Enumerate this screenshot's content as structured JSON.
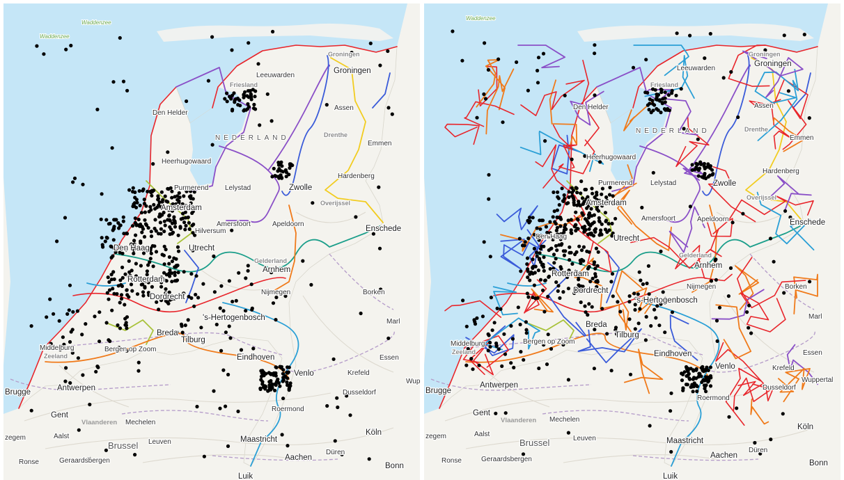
{
  "maps": [
    {
      "name": "left",
      "route_style": "sparse"
    },
    {
      "name": "right",
      "route_style": "dense"
    }
  ],
  "colors": {
    "sea": "#c5e6f7",
    "land": "#f4f3ee",
    "border": "#b49bc9",
    "route_red": "#e8252b",
    "route_purple": "#8a4fc7",
    "route_blue": "#3a5bd9",
    "route_yellow": "#f2cc1f",
    "route_green": "#a8c23a",
    "route_teal": "#1a9e8a",
    "route_orange": "#f07a1a",
    "route_lightblue": "#2a9fd6",
    "point": "#000000"
  },
  "labels": {
    "waddenzee": "Waddenzee",
    "waddenzee_2": "Waddenzee",
    "groningen_region": "Groningen",
    "friesland": "Friesland",
    "nederland": "NEDERLAND",
    "drenthe": "Drenthe",
    "overijssel": "Overijssel",
    "gelderland": "Gelderland",
    "zeeland": "Zeeland",
    "vlaanderen": "Vlaanderen",
    "leeuwarden": "Leeuwarden",
    "groningen": "Groningen",
    "den_helder": "Den Helder",
    "assen": "Assen",
    "emmen": "Emmen",
    "heerhugowaard": "Heerhugowaard",
    "purmerend": "Purmerend",
    "lelystad": "Lelystad",
    "zwolle": "Zwolle",
    "hardenberg": "Hardenberg",
    "amsterdam": "Amsterdam",
    "hilversum": "Hilversum",
    "amersfoort": "Amersfoort",
    "apeldoorn": "Apeldoorn",
    "enschede": "Enschede",
    "den_haag": "Den Haag",
    "utrecht": "Utrecht",
    "arnhem": "Arnhem",
    "rotterdam": "Rotterdam",
    "dordrecht": "Dordrecht",
    "nijmegen": "Nijmegen",
    "borken": "Borken",
    "s_hertogenbosch": "'s-Hertogenbosch",
    "breda": "Breda",
    "tilburg": "Tilburg",
    "middelburg": "Middelburg",
    "bergen_op_zoom": "Bergen op Zoom",
    "eindhoven": "Eindhoven",
    "venlo": "Venlo",
    "krefeld": "Krefeld",
    "essen": "Essen",
    "marl": "Marl",
    "brugge": "Brugge",
    "antwerpen": "Antwerpen",
    "dusseldorf": "Dusseldorf",
    "wuppertal_cut": "Wup",
    "wuppertal": "Wuppertal",
    "roermond": "Roermond",
    "gent": "Gent",
    "mechelen": "Mechelen",
    "zegem": "zegem",
    "aalst": "Aalst",
    "brussel": "Brussel",
    "leuven": "Leuven",
    "koln": "Köln",
    "maastricht": "Maastricht",
    "aachen": "Aachen",
    "duren": "Düren",
    "ronse": "Ronse",
    "geraardsbergen": "Geraardsbergen",
    "bonn": "Bonn",
    "luik": "Luik"
  }
}
